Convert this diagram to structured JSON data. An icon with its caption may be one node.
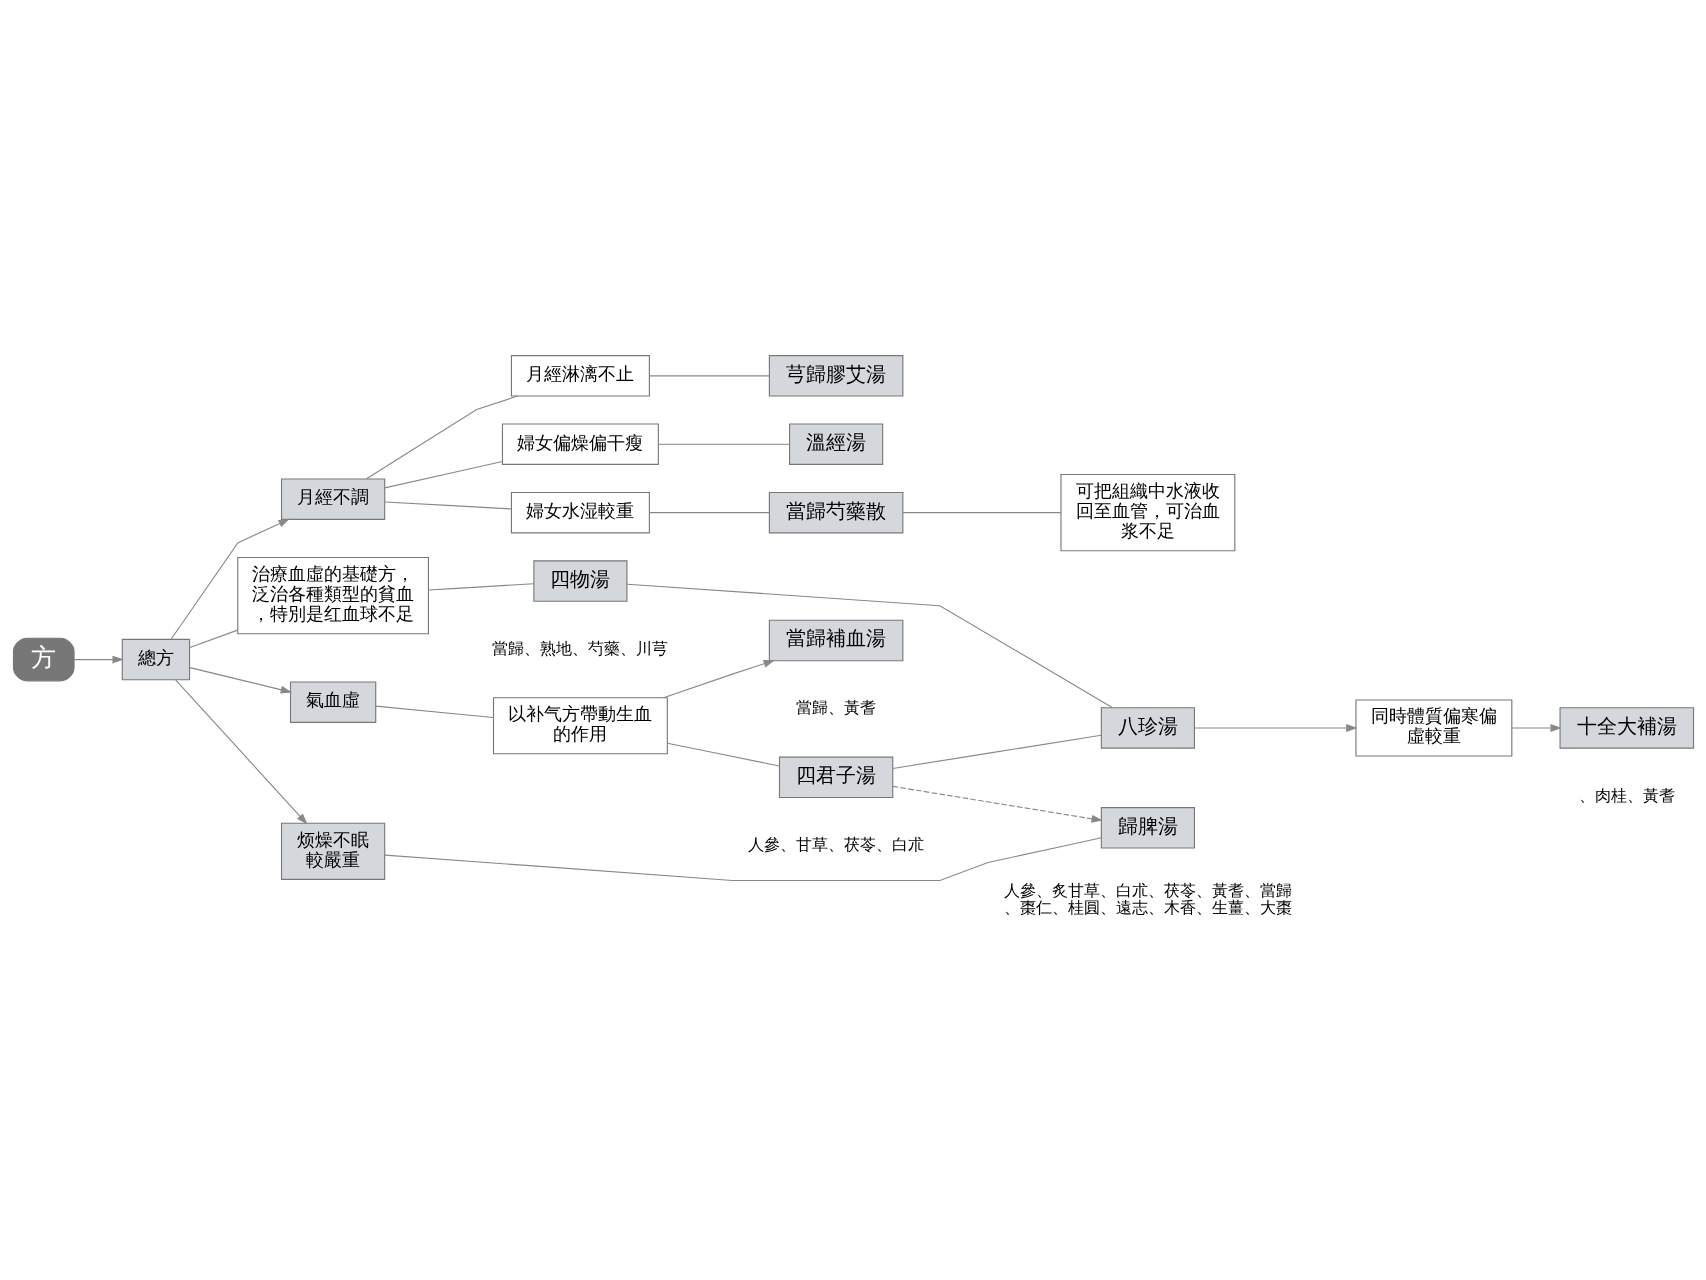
{
  "diagram": {
    "nodes": [
      {
        "text": [
          "方"
        ]
      },
      {
        "text": [
          "總方"
        ]
      },
      {
        "text": [
          "月經不調"
        ]
      },
      {
        "text": [
          "月經淋漓不止"
        ]
      },
      {
        "text": [
          "婦女偏燥偏干瘦"
        ]
      },
      {
        "text": [
          "婦女水湿較重"
        ]
      },
      {
        "text": [
          "芎歸膠艾湯"
        ]
      },
      {
        "text": [
          "溫經湯"
        ]
      },
      {
        "text": [
          "當歸芍藥散"
        ]
      },
      {
        "text": [
          "可把組織中水液收回至血管，可治血浆不足"
        ]
      },
      {
        "text": [
          "治療血虛的基礎方，泛治各種類型的貧血，特別是红血球不足"
        ]
      },
      {
        "text": [
          "四物湯"
        ],
        "beside": [
          "當歸、熟地、芍藥、川芎"
        ]
      },
      {
        "text": [
          "氣血虛"
        ]
      },
      {
        "text": [
          "以补气方帶動生血的作用"
        ]
      },
      {
        "text": [
          "當歸補血湯"
        ],
        "beside": [
          "當歸、黃耆"
        ]
      },
      {
        "text": [
          "四君子湯"
        ],
        "beside": [
          "人參、甘草、茯苓、白朮"
        ]
      },
      {
        "text": [
          "八珍湯"
        ]
      },
      {
        "text": [
          "同時體質偏寒偏虛較重"
        ]
      },
      {
        "text": [
          "十全大補湯"
        ],
        "beside": [
          "、肉桂、黃耆"
        ]
      },
      {
        "text": [
          "烦燥不眠較嚴重"
        ]
      },
      {
        "text": [
          "歸脾湯"
        ],
        "beside": [
          "人參、炙甘草、白朮、茯苓、黃耆、當歸、棗仁、桂圓、遠志、木香、生薑、大棗"
        ]
      }
    ],
    "edges": [
      {
        "from": 0,
        "to": 1,
        "arrow": "to"
      },
      {
        "from": 1,
        "to": 2,
        "arrow": "to"
      },
      {
        "from": 1,
        "to": 12,
        "arrow": "to"
      },
      {
        "from": 1,
        "to": 19,
        "arrow": "to"
      },
      {
        "from": 2,
        "to": 3,
        "arrow": "none"
      },
      {
        "from": 2,
        "to": 4,
        "arrow": "none"
      },
      {
        "from": 2,
        "to": 5,
        "arrow": "none"
      },
      {
        "from": 3,
        "to": 6,
        "arrow": "none"
      },
      {
        "from": 4,
        "to": 7,
        "arrow": "none"
      },
      {
        "from": 5,
        "to": 8,
        "arrow": "none"
      },
      {
        "from": 8,
        "to": 9,
        "arrow": "none"
      },
      {
        "from": 1,
        "to": 10,
        "arrow": "none"
      },
      {
        "from": 10,
        "to": 11,
        "arrow": "none"
      },
      {
        "from": 12,
        "to": 13,
        "arrow": "none"
      },
      {
        "from": 13,
        "to": 14,
        "arrow": "to"
      },
      {
        "from": 13,
        "to": 15,
        "arrow": "none"
      },
      {
        "from": 11,
        "to": 16,
        "arrow": "none"
      },
      {
        "from": 15,
        "to": 16,
        "arrow": "none"
      },
      {
        "from": 16,
        "to": 17,
        "arrow": "to"
      },
      {
        "from": 17,
        "to": 18,
        "arrow": "to"
      },
      {
        "from": 19,
        "to": 20,
        "arrow": "none"
      },
      {
        "from": 15,
        "to": 20,
        "arrow": "to",
        "style": "dashed"
      }
    ]
  }
}
